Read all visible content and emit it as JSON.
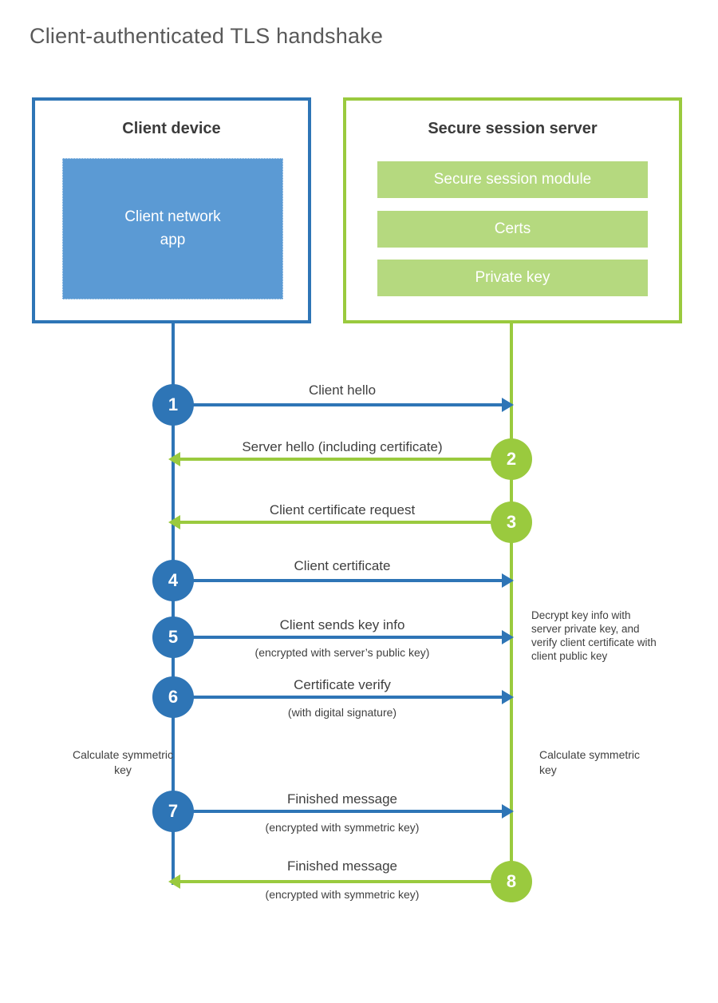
{
  "title": "Client-authenticated TLS handshake",
  "colors": {
    "client_accent": "#2e75b6",
    "client_fill": "#5b9ad4",
    "server_accent": "#9aca3e",
    "server_fill": "#b5d97f",
    "text": "#3f3f3f",
    "title_text": "#595959"
  },
  "client": {
    "title": "Client device",
    "app_label": "Client network app"
  },
  "server": {
    "title": "Secure session server",
    "modules": [
      "Secure session module",
      "Certs",
      "Private key"
    ]
  },
  "steps": [
    {
      "num": "1",
      "direction": "client-to-server",
      "label": "Client hello",
      "sub": ""
    },
    {
      "num": "2",
      "direction": "server-to-client",
      "label": "Server hello (including certificate)",
      "sub": ""
    },
    {
      "num": "3",
      "direction": "server-to-client",
      "label": "Client certificate request",
      "sub": ""
    },
    {
      "num": "4",
      "direction": "client-to-server",
      "label": "Client certificate",
      "sub": ""
    },
    {
      "num": "5",
      "direction": "client-to-server",
      "label": "Client sends key info",
      "sub": "(encrypted with server’s public key)"
    },
    {
      "num": "6",
      "direction": "client-to-server",
      "label": "Certificate verify",
      "sub": "(with digital signature)"
    },
    {
      "num": "7",
      "direction": "client-to-server",
      "label": "Finished message",
      "sub": "(encrypted with symmetric key)"
    },
    {
      "num": "8",
      "direction": "server-to-client",
      "label": "Finished message",
      "sub": "(encrypted with symmetric key)"
    }
  ],
  "annotations": {
    "decrypt_note": "Decrypt key info with server private key, and verify client certificate with client public key",
    "calculate_left": "Calculate symmetric key",
    "calculate_right": "Calculate symmetric key"
  }
}
